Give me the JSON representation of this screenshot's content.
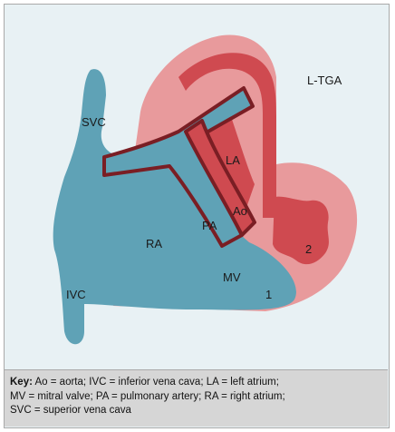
{
  "diagram": {
    "title": "L-TGA",
    "labels": {
      "svc": "SVC",
      "la": "LA",
      "ao": "Ao",
      "pa": "PA",
      "ra": "RA",
      "mv": "MV",
      "ivc": "IVC",
      "one": "1",
      "two": "2"
    },
    "colors": {
      "background": "#e8f1f4",
      "blue_chamber": "#5fa2b6",
      "pink_outer": "#e89a9c",
      "red_inner": "#cf4a50",
      "outline": "#7a1e24",
      "key_bg": "#d6d6d6"
    }
  },
  "key": {
    "prefix": "Key:",
    "line1": " Ao = aorta; IVC = inferior vena cava; LA = left atrium;",
    "line2": "MV = mitral valve; PA = pulmonary artery; RA = right atrium;",
    "line3": "SVC = superior vena cava"
  }
}
